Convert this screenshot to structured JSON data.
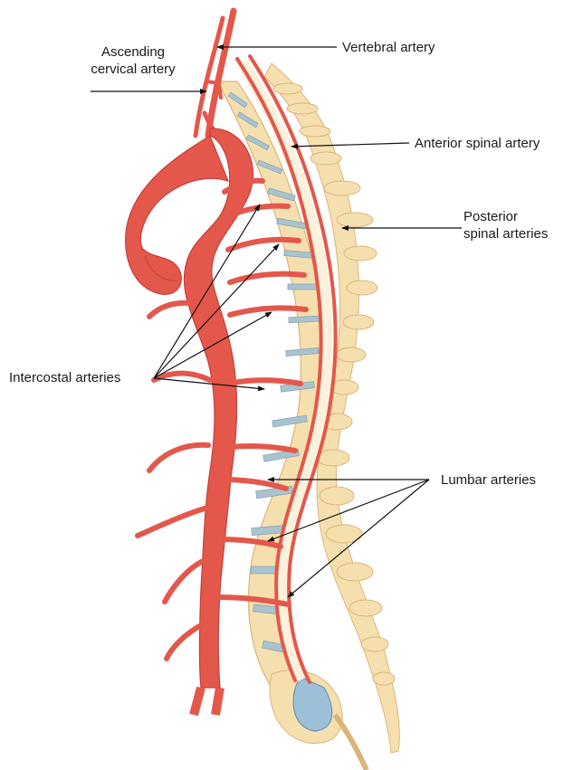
{
  "labels": {
    "ascending_cervical_line1": "Ascending",
    "ascending_cervical_line2": "cervical artery",
    "vertebral": "Vertebral artery",
    "anterior_spinal": "Anterior spinal artery",
    "posterior_spinal_line1": "Posterior",
    "posterior_spinal_line2": "spinal arteries",
    "intercostal": "Intercostal arteries",
    "lumbar": "Lumbar arteries"
  },
  "colors": {
    "artery": "#e4574b",
    "artery_dark": "#c6403a",
    "vertebra": "#f6dfae",
    "vertebra_edge": "#d9b57c",
    "disc": "#a9c3cf",
    "cord": "#fbf1dc",
    "dura": "#8fb6d2",
    "leader": "#111111"
  }
}
